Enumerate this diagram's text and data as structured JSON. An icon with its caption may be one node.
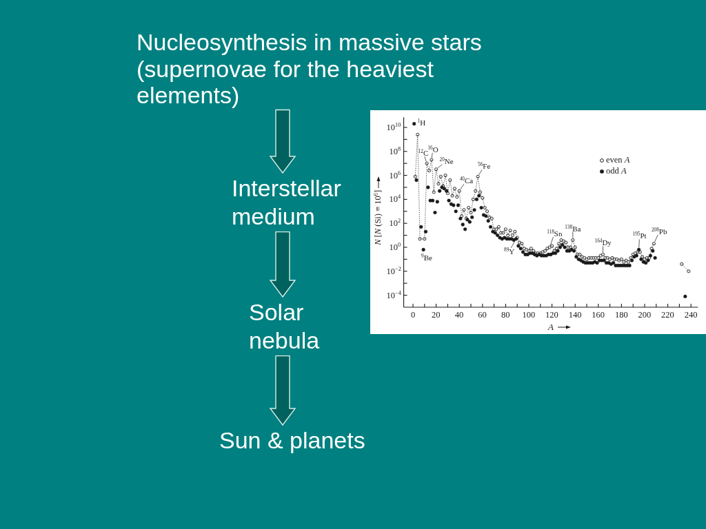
{
  "diagram": {
    "nodes": [
      {
        "text": [
          "Nucleosynthesis in massive stars (supernovae for the heaviest elements)"
        ]
      },
      {
        "text": [
          "Interstellar medium"
        ]
      },
      {
        "text": [
          "Solar nebula"
        ]
      },
      {
        "text": [
          "Sun & planets"
        ]
      }
    ],
    "edges": [
      {
        "from": 0,
        "to": 1,
        "arrow": "to"
      },
      {
        "from": 1,
        "to": 2,
        "arrow": "to"
      },
      {
        "from": 2,
        "to": 3,
        "arrow": "to"
      }
    ],
    "chart_data": {
      "type": "scatter",
      "xlabel": "A",
      "ylabel": "*N* [*N* (Si) ≡ 10$^{6}$]",
      "xlim": [
        -8,
        246
      ],
      "ylim": [
        1e-05,
        70000000000.0
      ],
      "log": "y",
      "legend": "upper right",
      "xticks": [
        0,
        20,
        40,
        60,
        80,
        100,
        120,
        140,
        160,
        180,
        200,
        220,
        240
      ],
      "yticks": [
        {
          "value": 10000000000.0,
          "label": "10$^{10}$"
        },
        {
          "value": 100000000.0,
          "label": "10$^{8}$"
        },
        {
          "value": 1000000.0,
          "label": "10$^{6}$"
        },
        {
          "value": 10000.0,
          "label": "10$^{4}$"
        },
        {
          "value": 100,
          "label": "10$^{2}$"
        },
        {
          "value": 1,
          "label": "10$^{0}$"
        },
        {
          "value": 0.01,
          "label": "10$^{−2}$"
        },
        {
          "value": 0.0001,
          "label": "10$^{−4}$"
        }
      ],
      "x": [
        1,
        2,
        3,
        4,
        6,
        7,
        9,
        10,
        11,
        12,
        13,
        14,
        15,
        16,
        17,
        18,
        19,
        20,
        21,
        22,
        23,
        24,
        25,
        26,
        27,
        28,
        29,
        30,
        31,
        32,
        33,
        34,
        35,
        36,
        37,
        38,
        39,
        40,
        41,
        42,
        43,
        44,
        45,
        46,
        47,
        48,
        49,
        50,
        51,
        52,
        53,
        54,
        55,
        56,
        57,
        58,
        59,
        60,
        61,
        62,
        63,
        64,
        65,
        66,
        67,
        68,
        69,
        70,
        71,
        72,
        73,
        74,
        75,
        76,
        77,
        78,
        79,
        80,
        81,
        82,
        83,
        84,
        85,
        86,
        87,
        88,
        89,
        90,
        91,
        92,
        93,
        94,
        95,
        96,
        97,
        98,
        99,
        100,
        101,
        102,
        103,
        104,
        105,
        106,
        107,
        108,
        109,
        110,
        111,
        112,
        113,
        114,
        115,
        116,
        117,
        118,
        119,
        120,
        121,
        122,
        123,
        124,
        125,
        126,
        127,
        128,
        129,
        130,
        131,
        132,
        133,
        134,
        135,
        136,
        137,
        138,
        139,
        140,
        141,
        142,
        143,
        144,
        145,
        146,
        147,
        148,
        149,
        150,
        151,
        152,
        153,
        154,
        155,
        156,
        157,
        158,
        159,
        160,
        161,
        162,
        163,
        164,
        165,
        166,
        167,
        168,
        169,
        170,
        171,
        172,
        173,
        174,
        175,
        176,
        177,
        178,
        179,
        180,
        181,
        182,
        183,
        184,
        185,
        186,
        187,
        188,
        189,
        190,
        191,
        192,
        193,
        194,
        195,
        196,
        197,
        198,
        199,
        200,
        201,
        202,
        203,
        204,
        205,
        206,
        207,
        208,
        209,
        232,
        235,
        238
      ],
      "series": [
        {
          "name": "even *A*",
          "color": "#1a1a1a",
          "values": [
            null,
            790000.0,
            null,
            2500000000.0,
            5.0,
            null,
            null,
            5.0,
            null,
            10000000.0,
            null,
            2500000.0,
            null,
            20000000.0,
            null,
            40000.0,
            null,
            3200000.0,
            null,
            200000.0,
            null,
            790000.0,
            null,
            130000.0,
            null,
            1000000.0,
            null,
            32000.0,
            null,
            400000.0,
            null,
            20000.0,
            null,
            79000.0,
            null,
            16000.0,
            null,
            50000.0,
            null,
            400,
            null,
            1300.0,
            null,
            250,
            null,
            2000.0,
            null,
            790,
            null,
            10000.0,
            null,
            50000.0,
            null,
            790000.0,
            null,
            40000.0,
            null,
            13000.0,
            null,
            2000.0,
            null,
            1000.0,
            null,
            320,
            null,
            250,
            null,
            32,
            null,
            32,
            null,
            50,
            null,
            16,
            null,
            16,
            null,
            32,
            null,
            10,
            null,
            25,
            null,
            10,
            null,
            20,
            null,
            6.3,
            null,
            2.5,
            null,
            2.0,
            null,
            0.79,
            null,
            0.63,
            null,
            0.5,
            null,
            0.79,
            null,
            0.5,
            null,
            0.32,
            null,
            0.32,
            null,
            0.32,
            null,
            0.4,
            null,
            0.5,
            null,
            0.79,
            null,
            1.0,
            null,
            1.3,
            null,
            0.5,
            null,
            0.79,
            null,
            2.0,
            null,
            4.0,
            null,
            3.2,
            null,
            2.5,
            null,
            1.0,
            null,
            1.0,
            null,
            4.0,
            null,
            1.0,
            null,
            0.25,
            null,
            0.25,
            null,
            0.16,
            null,
            0.13,
            null,
            0.1,
            null,
            0.13,
            null,
            0.13,
            null,
            0.13,
            null,
            0.13,
            null,
            0.13,
            null,
            0.2,
            null,
            0.25,
            null,
            0.13,
            null,
            0.13,
            null,
            0.1,
            null,
            0.13,
            null,
            0.1,
            null,
            0.1,
            null,
            0.08,
            null,
            0.1,
            null,
            0.06,
            null,
            0.08,
            null,
            0.06,
            null,
            0.13,
            null,
            0.25,
            null,
            0.32,
            null,
            0.4,
            null,
            0.4,
            null,
            0.16,
            null,
            0.1,
            null,
            0.13,
            null,
            0.13,
            null,
            0.79,
            null,
            2.0,
            null,
            0.04,
            null,
            0.01
          ]
        },
        {
          "name": "odd *A*",
          "color": "#1a1a1a",
          "values": [
            20000000000.0,
            null,
            400000.0,
            null,
            null,
            50,
            0.63,
            null,
            20,
            null,
            100000.0,
            null,
            7900.0,
            null,
            7900.0,
            null,
            790,
            null,
            6300.0,
            null,
            50000.0,
            null,
            100000.0,
            null,
            79000.0,
            null,
            50000.0,
            null,
            7900.0,
            null,
            4000.0,
            null,
            3200.0,
            null,
            1000.0,
            null,
            3200.0,
            null,
            250,
            null,
            79,
            null,
            32,
            null,
            200,
            null,
            130,
            null,
            320,
            null,
            1300.0,
            null,
            10000.0,
            null,
            20000.0,
            null,
            2000.0,
            null,
            500,
            null,
            400,
            null,
            160,
            null,
            50,
            null,
            20,
            null,
            16,
            null,
            10,
            null,
            6.3,
            null,
            5.0,
            null,
            6.3,
            null,
            5.0,
            null,
            5.0,
            null,
            5.0,
            null,
            4.0,
            null,
            5.0,
            null,
            1.3,
            null,
            0.79,
            null,
            0.4,
            null,
            0.25,
            null,
            0.25,
            null,
            0.32,
            null,
            0.32,
            null,
            0.25,
            null,
            0.2,
            null,
            0.25,
            null,
            0.2,
            null,
            0.2,
            null,
            0.2,
            null,
            0.25,
            null,
            0.25,
            null,
            0.32,
            null,
            0.32,
            null,
            0.5,
            null,
            1.0,
            null,
            1.6,
            null,
            1.0,
            null,
            0.5,
            null,
            0.5,
            null,
            0.63,
            null,
            0.5,
            null,
            0.16,
            null,
            0.1,
            null,
            0.08,
            null,
            0.06,
            null,
            0.05,
            null,
            0.05,
            null,
            0.05,
            null,
            0.05,
            null,
            0.06,
            null,
            0.05,
            null,
            0.08,
            null,
            0.08,
            null,
            0.08,
            null,
            0.05,
            null,
            0.05,
            null,
            0.04,
            null,
            0.05,
            null,
            0.03,
            null,
            0.03,
            null,
            0.03,
            null,
            0.03,
            null,
            0.03,
            null,
            0.03,
            null,
            0.03,
            null,
            0.08,
            null,
            0.16,
            null,
            0.2,
            null,
            0.63,
            null,
            0.1,
            null,
            0.06,
            null,
            0.05,
            null,
            0.08,
            null,
            0.2,
            null,
            0.5,
            null,
            0.13,
            null,
            7.9e-05,
            null
          ]
        }
      ],
      "annotations": [
        "$^{1}$H",
        "$^{9}$Be",
        "$^{12}$C",
        "$^{16}$O",
        "$^{20}$Ne",
        "$^{40}$Ca",
        "$^{56}$Fe",
        "$^{89}$Y",
        "$^{118}$Sn",
        "$^{138}$Ba",
        "$^{164}$Dy",
        "$^{195}$Pt",
        "$^{208}$Pb"
      ]
    }
  }
}
